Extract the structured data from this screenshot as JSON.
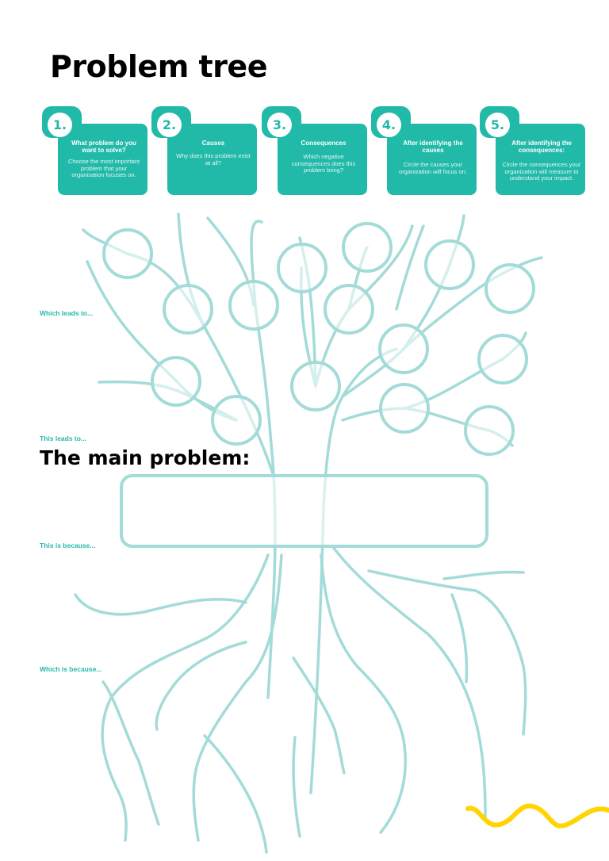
{
  "title": "Problem tree",
  "steps": [
    {
      "number": "1.",
      "title": "What problem do you want to solve?",
      "description": "Choose the most important problem that your organisation focuses on."
    },
    {
      "number": "2.",
      "title": "Causes",
      "description": "Why does this problem exist at all?"
    },
    {
      "number": "3.",
      "title": "Consequences",
      "description": "Which negative consequences does this problem bring?"
    },
    {
      "number": "4.",
      "title": "After identifying the causes",
      "description": "Circle the causes your organization will focus on."
    },
    {
      "number": "5.",
      "title": "After identifying the consequences:",
      "description": "Circle the consequences your organization will measure to understand your impact."
    }
  ],
  "side_labels": {
    "which_leads_to": "Which leads to...",
    "this_leads_to": "This leads to...",
    "this_is_because": "This is because...",
    "which_is_because": "Which is because..."
  },
  "main_problem_label": "The main problem:",
  "colors": {
    "accent": "#21b9a8",
    "tree": "#a3dbd8",
    "wave": "#ffd400"
  }
}
